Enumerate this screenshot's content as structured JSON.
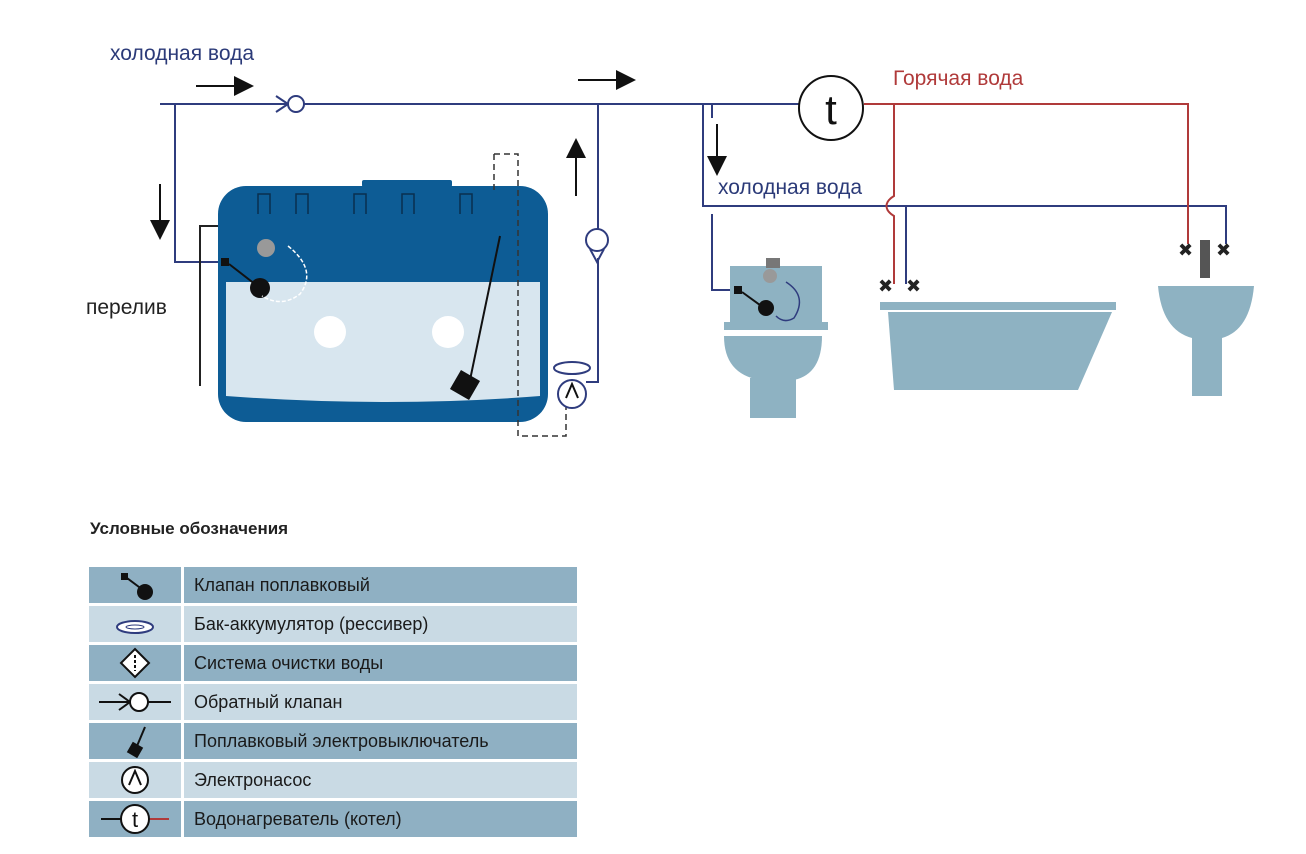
{
  "colors": {
    "pipe_cold": "#2f3c7e",
    "pipe_hot": "#b03a3a",
    "tank_shell": "#0d5c95",
    "tank_water": "#d8e6ef",
    "fixture": "#8eb2c2",
    "legend_dark": "#8fb0c3",
    "legend_light": "#c9dae4"
  },
  "diagram": {
    "cold_water_label": "холодная вода",
    "cold_water_label_2": "холодная вода",
    "hot_water_label": "Горячая вода",
    "overflow_label": "перелив",
    "heater_symbol": "t"
  },
  "legend": {
    "title": "Условные обозначения",
    "items": [
      {
        "icon": "float-valve-icon",
        "label": "Клапан поплавковый"
      },
      {
        "icon": "accumulator-tank-icon",
        "label": "Бак-аккумулятор (рессивер)"
      },
      {
        "icon": "water-filter-icon",
        "label": "Система очистки воды"
      },
      {
        "icon": "check-valve-icon",
        "label": "Обратный клапан"
      },
      {
        "icon": "float-switch-icon",
        "label": "Поплавковый электровыключатель"
      },
      {
        "icon": "electric-pump-icon",
        "label": "Электронасос"
      },
      {
        "icon": "water-heater-icon",
        "label": "Водонагреватель (котел)"
      }
    ]
  }
}
